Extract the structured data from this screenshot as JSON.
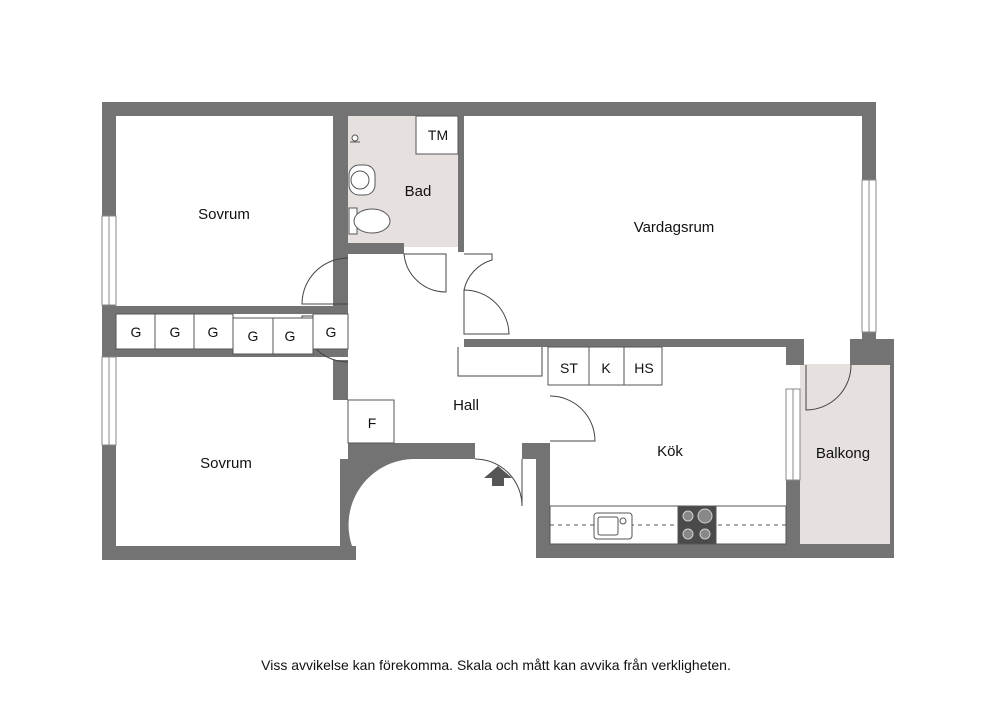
{
  "colors": {
    "wall": "#737373",
    "wet_floor": "#e6e1df",
    "background": "#ffffff",
    "text": "#111111"
  },
  "rooms": {
    "sovrum_top": "Sovrum",
    "bad": "Bad",
    "vardagsrum": "Vardagsrum",
    "hall": "Hall",
    "sovrum_bottom": "Sovrum",
    "kok": "Kök",
    "balkong": "Balkong"
  },
  "fixtures": {
    "tm": "TM",
    "wardrobes": [
      "G",
      "G",
      "G",
      "G",
      "G",
      "G"
    ],
    "f": "F",
    "st": "ST",
    "k": "K",
    "hs": "HS"
  },
  "entrance_icon": "entrance-arrow-icon",
  "disclaimer": "Viss avvikelse kan förekomma. Skala och mått kan avvika från verkligheten."
}
